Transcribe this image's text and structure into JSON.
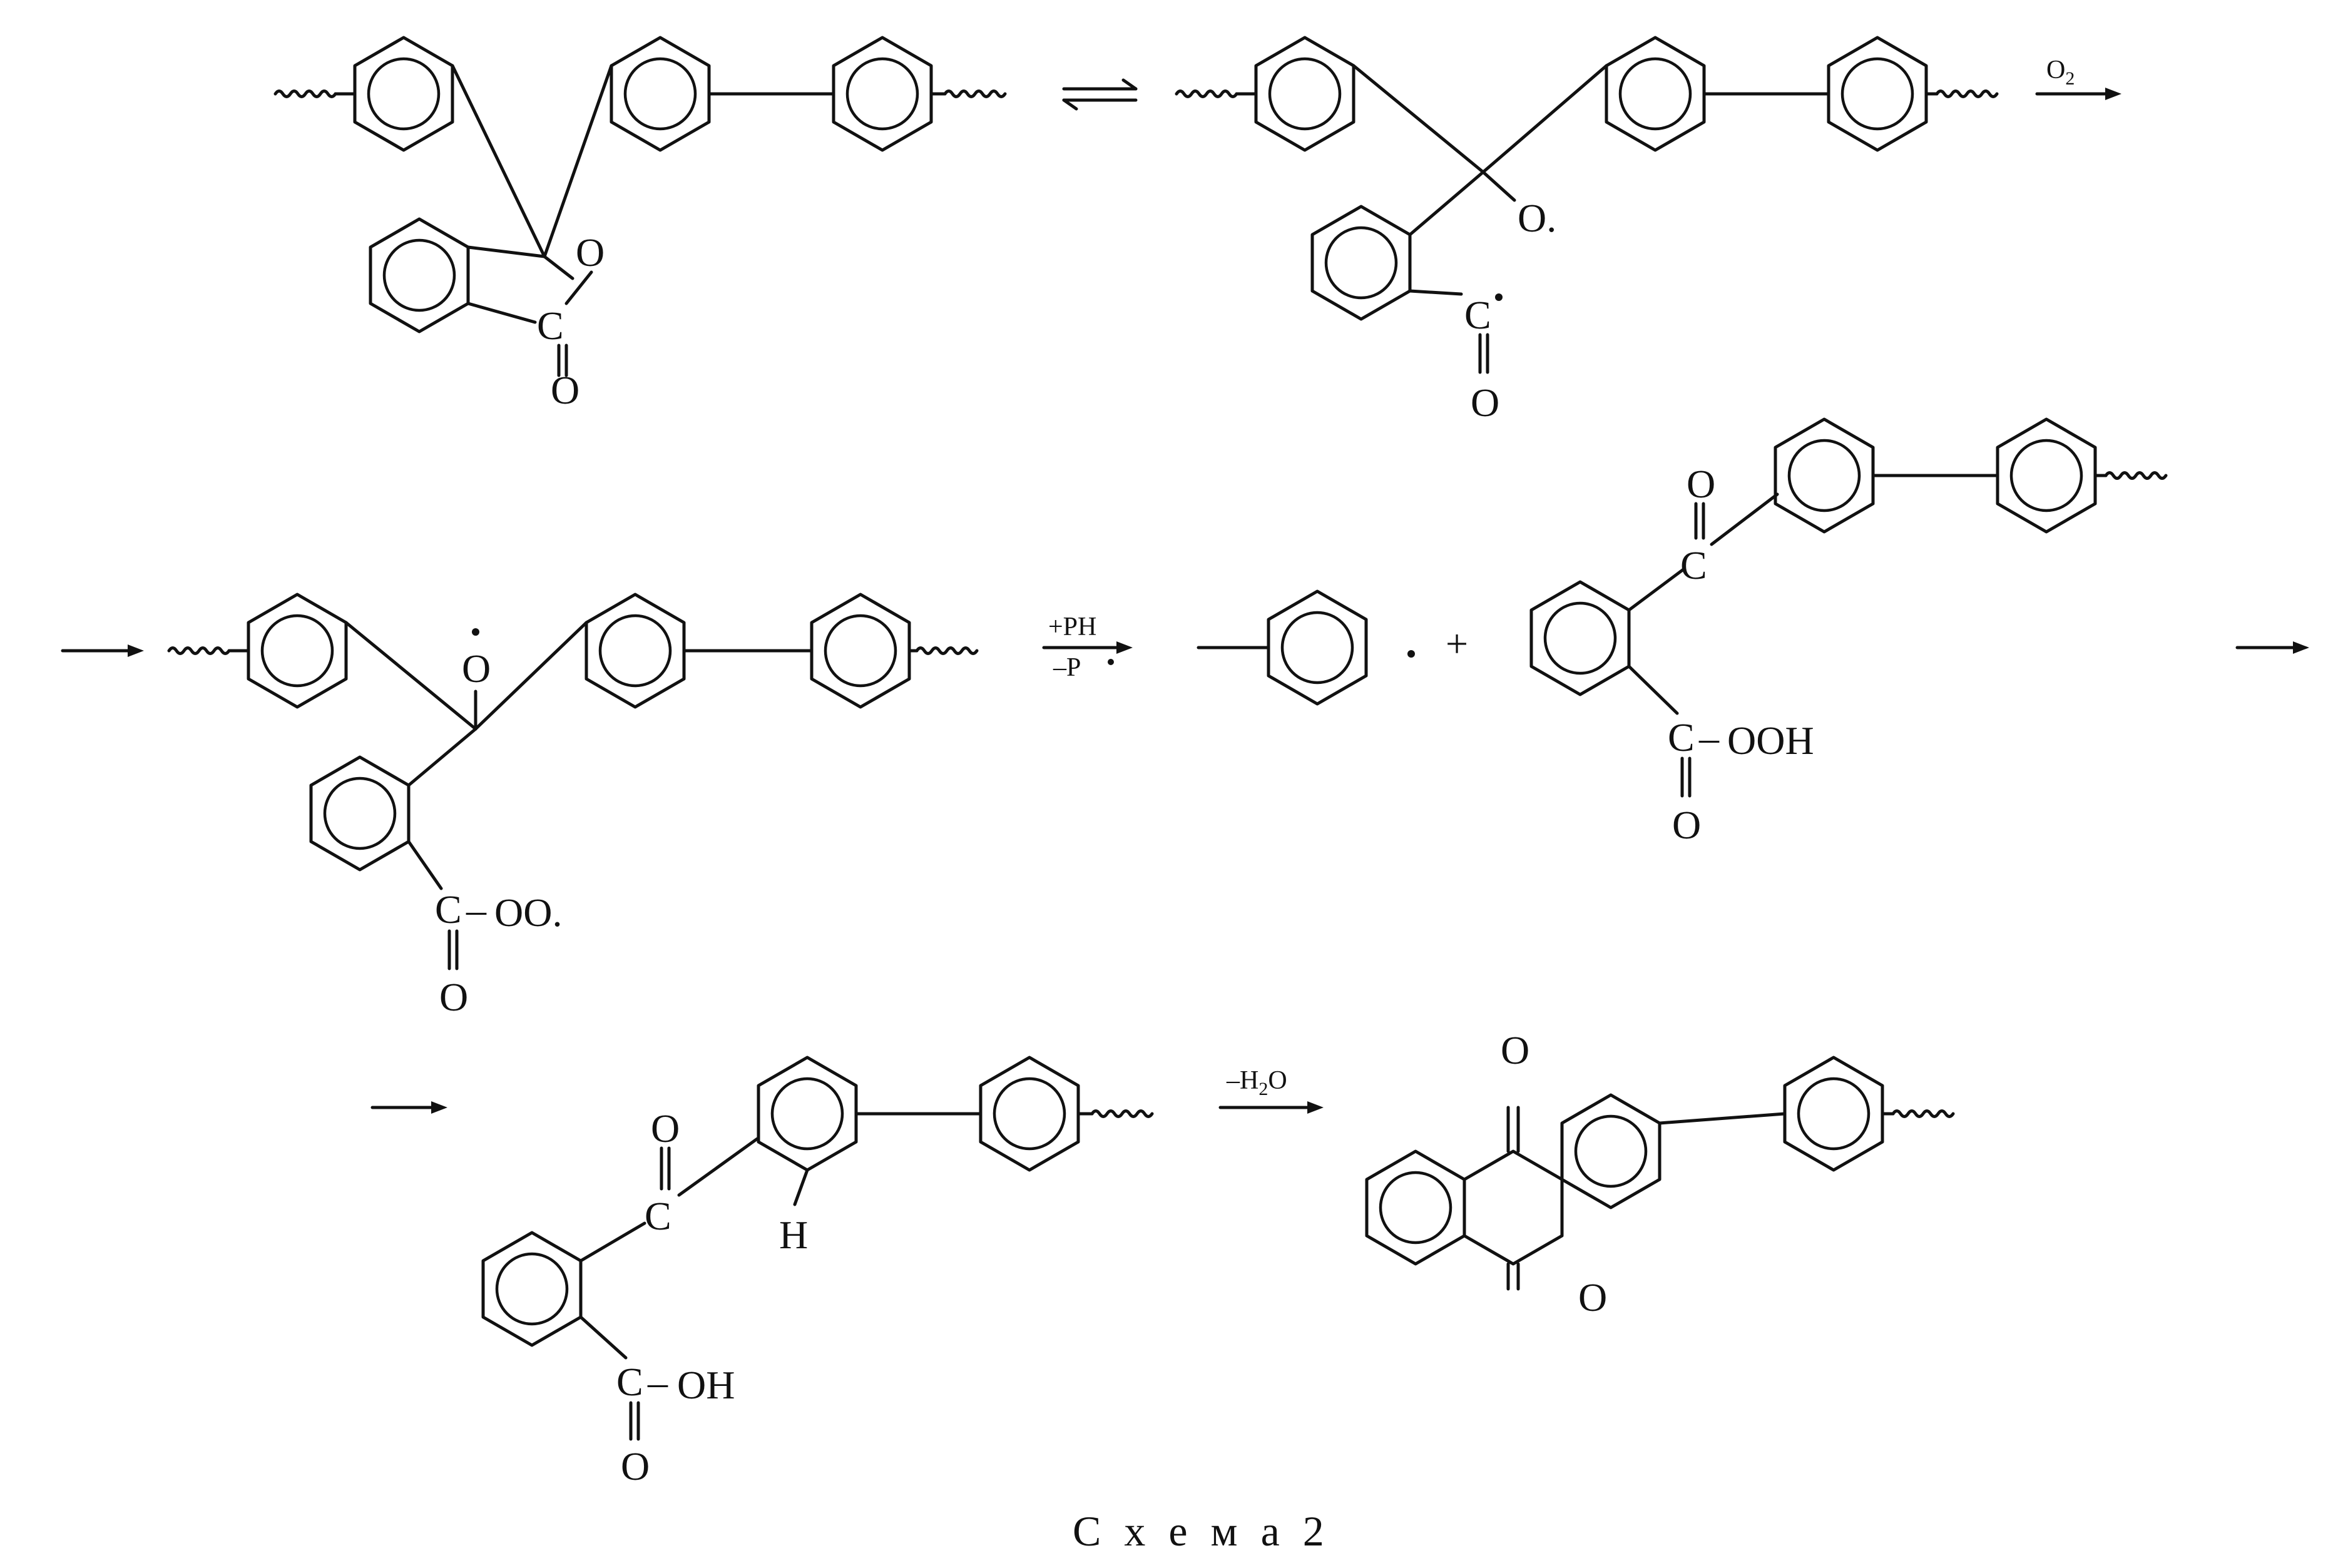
{
  "scheme": {
    "caption": "С х е м а 2",
    "atoms": {
      "o": "O",
      "c": "C",
      "h": "H",
      "o_radical": "O.",
      "ooh": "OOH",
      "oh": "OH",
      "oo_radical": "OO."
    },
    "dash": "–",
    "plus": "+",
    "conditions": {
      "oxygen": {
        "main": "O",
        "subscript": "2"
      },
      "ph_top": "+PH",
      "ph_bottom": "–P",
      "water": {
        "prefix": "–H",
        "subscript": "2",
        "suffix": "O"
      }
    }
  }
}
